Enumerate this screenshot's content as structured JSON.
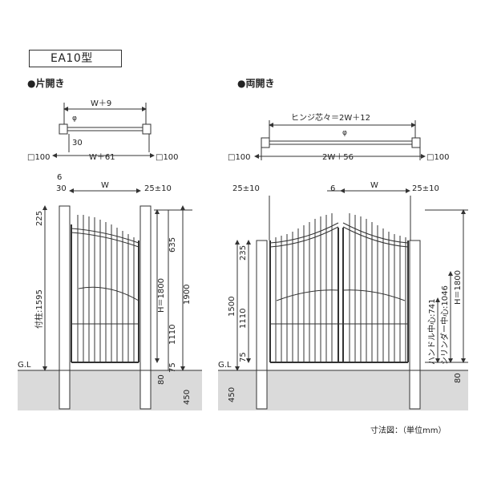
{
  "model": "EA10型",
  "left": {
    "title": "●片開き",
    "top": {
      "w_plus": "W＋9",
      "phi": "φ",
      "gap": "30",
      "w_total": "W＋61",
      "post_left": "□100",
      "post_right": "□100"
    },
    "elev": {
      "six": "6",
      "thirty": "30",
      "w": "W",
      "tol": "25±10",
      "d225": "225",
      "d635": "635",
      "h1800": "H＝1800",
      "d1900": "1900",
      "d1110": "1110",
      "d75": "75",
      "d80": "80",
      "d450": "450",
      "post_total": "付柱:1595",
      "gl": "G.L"
    }
  },
  "right": {
    "title": "●両開き",
    "top": {
      "hinge": "ヒンジ芯々＝2W＋12",
      "phi": "φ",
      "total": "2W＋56",
      "post_left": "□100",
      "post_right": "□100"
    },
    "elev": {
      "tol_left": "25±10",
      "six": "6",
      "w": "W",
      "tol_right": "25±10",
      "d235": "235",
      "d1500": "1500",
      "d1110": "1110",
      "d75": "75",
      "d450": "450",
      "h1800": "H＝1800",
      "cyl": "シリンダー中心:1046",
      "handle": "ハンドル中心:741",
      "d80": "80",
      "gl": "G.L"
    }
  },
  "footer": "寸法図：（単位mm）"
}
